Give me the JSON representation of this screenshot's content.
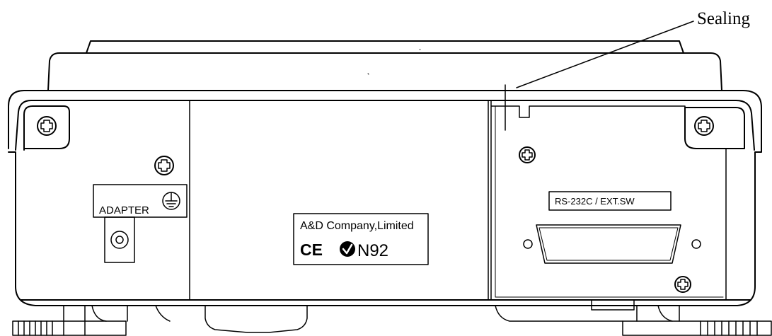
{
  "callout": {
    "label": "Sealing"
  },
  "adapter_panel": {
    "label": "ADAPTER",
    "ground_icon": "ground-symbol-icon",
    "jack_icon": "dc-jack-icon"
  },
  "nameplate": {
    "company": "A&D Company,Limited",
    "ce_mark": "CE",
    "approval_icon": "check-circle-icon",
    "approval_code": "N92"
  },
  "interface_panel": {
    "label": "RS-232C / EXT.SW",
    "connector_icon": "d-sub-connector-icon"
  },
  "colors": {
    "line": "#000000",
    "background": "#ffffff"
  }
}
